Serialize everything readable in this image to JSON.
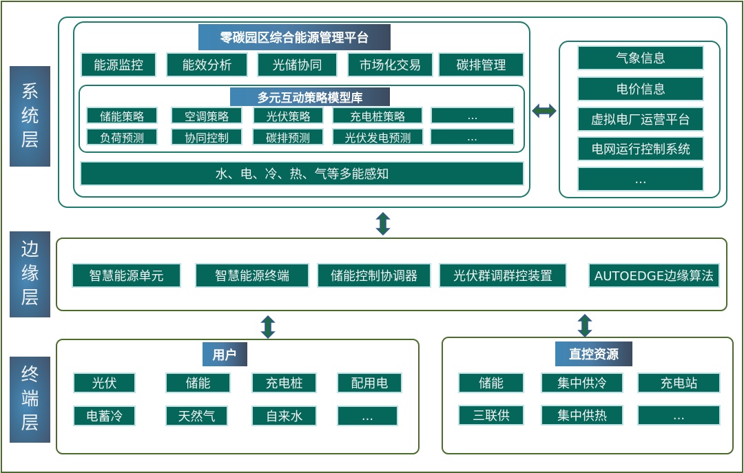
{
  "layers": {
    "system": {
      "label": [
        "系",
        "统",
        "层"
      ]
    },
    "edge": {
      "label": [
        "边",
        "缘",
        "层"
      ]
    },
    "terminal": {
      "label": [
        "终",
        "端",
        "层"
      ]
    }
  },
  "platform": {
    "title": "零碳园区综合能源管理平台",
    "modules": [
      "能源监控",
      "能效分析",
      "光储协同",
      "市场化交易",
      "碳排管理"
    ],
    "strategy_lib": {
      "title": "多元互动策略模型库",
      "row1": [
        "储能策略",
        "空调策略",
        "光伏策略",
        "充电桩策略",
        "..."
      ],
      "row2": [
        "负荷预测",
        "协同控制",
        "碳排预测",
        "光伏发电预测",
        "..."
      ]
    },
    "sensing": "水、电、冷、热、气等多能感知"
  },
  "external": [
    "气象信息",
    "电价信息",
    "虚拟电厂运营平台",
    "电网运行控制系统",
    "..."
  ],
  "edge_devices": [
    "智慧能源单元",
    "智慧能源终端",
    "储能控制协调器",
    "光伏群调群控装置",
    "AUTOEDGE边缘算法"
  ],
  "users": {
    "title": "用户",
    "row1": [
      "光伏",
      "储能",
      "充电桩",
      "配用电"
    ],
    "row2": [
      "电蓄冷",
      "天然气",
      "自来水",
      "..."
    ]
  },
  "direct": {
    "title": "直控资源",
    "row1": [
      "储能",
      "集中供冷",
      "充电站"
    ],
    "row2": [
      "三联供",
      "集中供热",
      "..."
    ]
  },
  "colors": {
    "cell_fill": "#05665a",
    "cell_border": "#bfe3e4",
    "teal_border": "#1a7a6c",
    "olive_border": "#4a6b2a",
    "arrow_stroke": "#2f5597",
    "arrow_fill": "#1f6b4a"
  },
  "icons": {
    "h_arrow": "double-headed-horizontal-arrow",
    "v_arrow": "double-headed-vertical-arrow"
  }
}
